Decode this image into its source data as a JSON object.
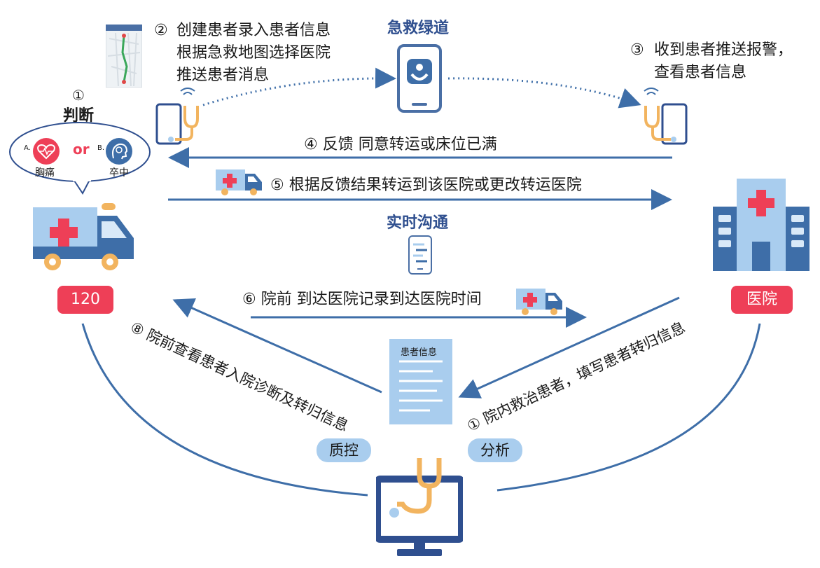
{
  "nodes": {
    "center_title": "急救绿道",
    "realtime_title": "实时沟通",
    "ambulance_label": "120",
    "hospital_label": "医院",
    "judge_title": "判断",
    "judge_option_a": "A.",
    "judge_option_b": "B.",
    "judge_chest_pain": "胸痛",
    "judge_or": "or",
    "judge_stroke": "卒中",
    "doc_title": "患者信息",
    "quality_control": "质控",
    "analysis": "分析"
  },
  "steps": {
    "s1_num": "①",
    "s2_num": "②",
    "s2_line1": "创建患者录入患者信息",
    "s2_line2": "根据急救地图选择医院",
    "s2_line3": "推送患者消息",
    "s3_num": "③",
    "s3_line1": "收到患者推送报警，",
    "s3_line2": "查看患者信息",
    "s4": "④ 反馈  同意转运或床位已满",
    "s5": "⑤ 根据反馈结果转运到该医院或更改转运医院",
    "s6": "⑥ 院前  到达医院记录到达医院时间",
    "s7": "① 院内救治患者，填写患者转归信息",
    "s8": "⑧ 院前查看患者入院诊断及转归信息"
  },
  "colors": {
    "arrow": "#3e6ea8",
    "red": "#ee3f57",
    "light_blue": "#a9cdee",
    "navy": "#2f4f8f",
    "orange": "#f2b45f"
  }
}
